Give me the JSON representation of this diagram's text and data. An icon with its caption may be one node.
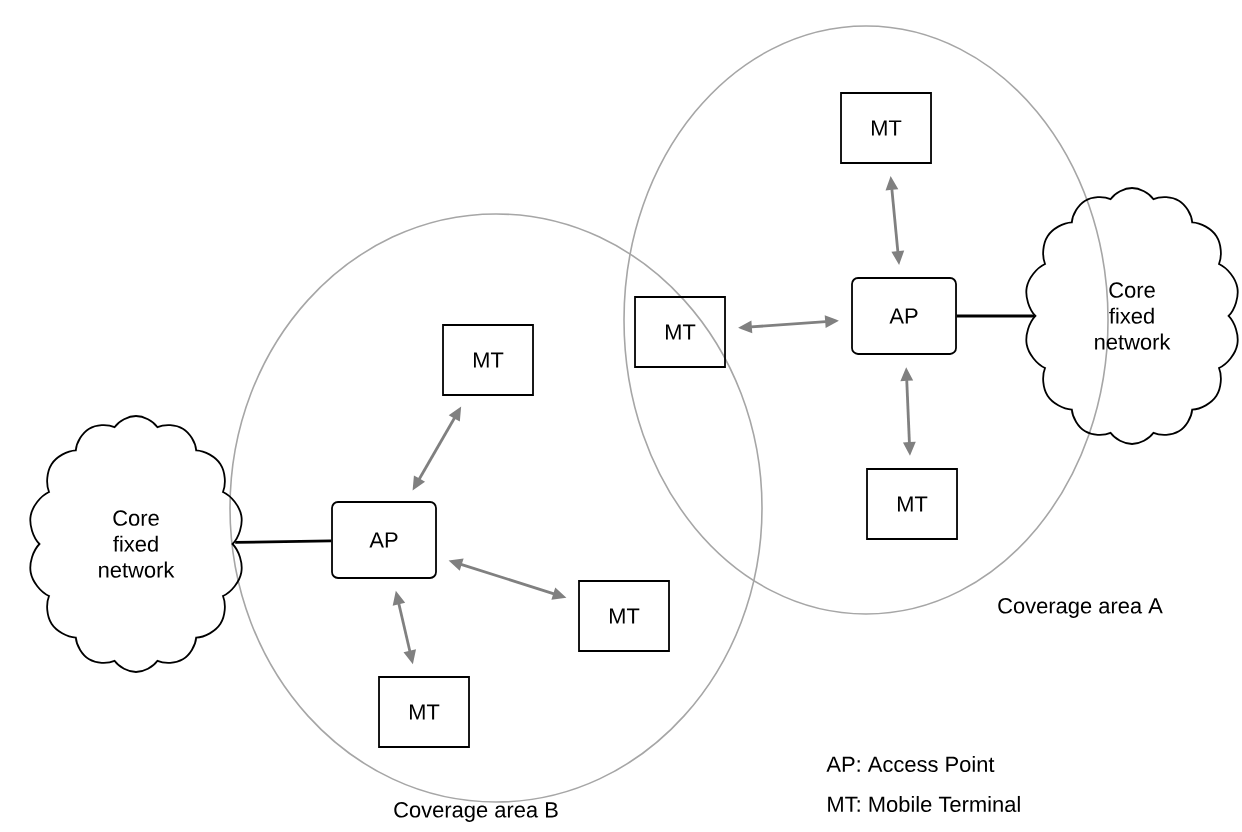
{
  "diagram": {
    "nodes": [
      {
        "text": [
          "Coverage area A"
        ]
      },
      {
        "text": [
          "MT"
        ],
        "in": 0
      },
      {
        "text": [
          "MT"
        ]
      },
      {
        "text": [
          "AP"
        ],
        "in": 0
      },
      {
        "text": [
          "Core fixed network"
        ]
      },
      {
        "text": [
          "MT"
        ],
        "in": 0
      },
      {
        "text": [
          "Coverage area B"
        ]
      },
      {
        "text": [
          "MT"
        ],
        "in": 6
      },
      {
        "text": [
          "Core fixed network"
        ]
      },
      {
        "text": [
          "AP"
        ],
        "in": 6
      },
      {
        "text": [
          "MT"
        ],
        "in": 6
      },
      {
        "text": [
          "MT"
        ],
        "in": 6
      }
    ],
    "edges": [
      {
        "from": 1,
        "to": 3,
        "arrow": "both"
      },
      {
        "from": 2,
        "to": 3,
        "arrow": "both"
      },
      {
        "from": 3,
        "to": 5,
        "arrow": "both"
      },
      {
        "from": 3,
        "to": 4,
        "arrow": "none",
        "color": "#000000"
      },
      {
        "from": 9,
        "to": 7,
        "arrow": "both"
      },
      {
        "from": 9,
        "to": 10,
        "arrow": "both"
      },
      {
        "from": 9,
        "to": 11,
        "arrow": "both"
      },
      {
        "from": 8,
        "to": 9,
        "arrow": "none",
        "color": "#000000"
      }
    ],
    "labels": [
      "AP: Access Point",
      "MT: Mobile Terminal"
    ]
  }
}
